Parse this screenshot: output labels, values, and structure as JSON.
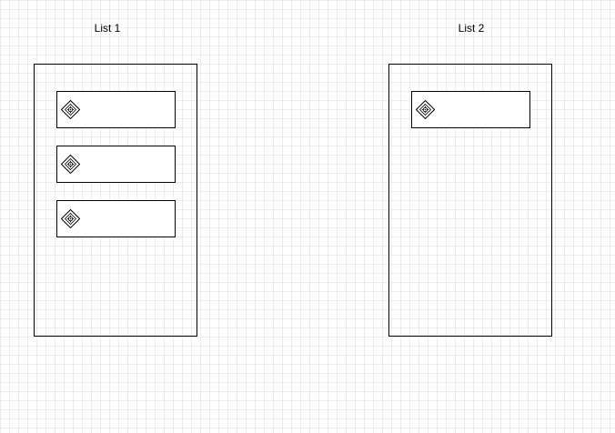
{
  "lists": [
    {
      "id": "list-1",
      "title": "List 1",
      "items": [
        {
          "icon": "drag-handle-diamond-icon",
          "label": ""
        },
        {
          "icon": "drag-handle-diamond-icon",
          "label": ""
        },
        {
          "icon": "drag-handle-diamond-icon",
          "label": ""
        }
      ]
    },
    {
      "id": "list-2",
      "title": "List 2",
      "items": [
        {
          "icon": "drag-handle-diamond-icon",
          "label": ""
        }
      ]
    }
  ],
  "colors": {
    "grid": "#ececec",
    "stroke": "#000000",
    "background": "#ffffff"
  }
}
